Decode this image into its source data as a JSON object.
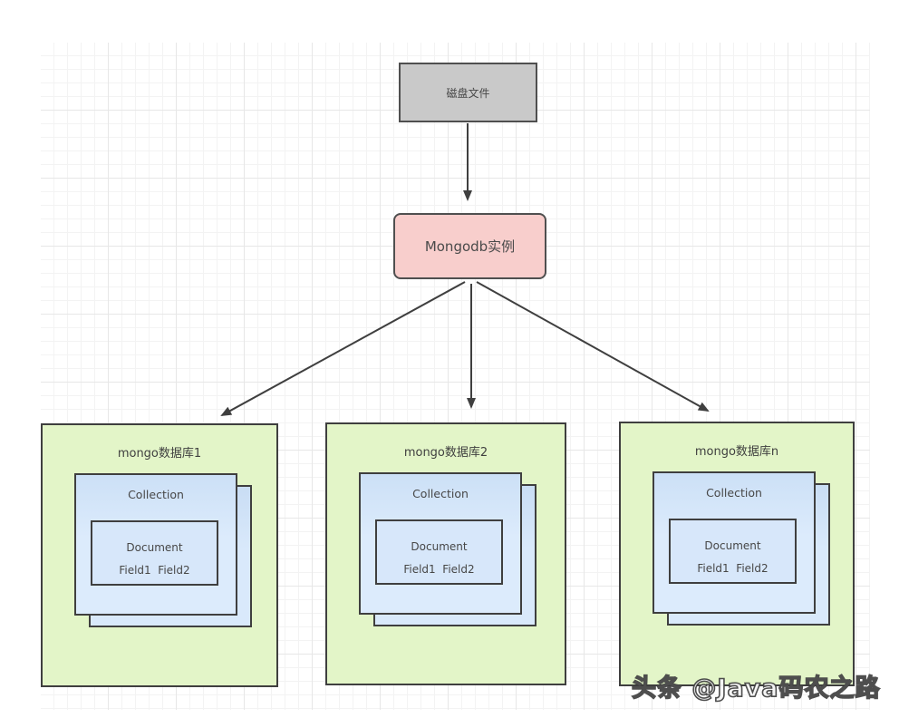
{
  "diagram": {
    "nodes": {
      "disk": {
        "label": "磁盘文件",
        "fill": "#c9c9c9"
      },
      "instance": {
        "label": "Mongodb实例",
        "fill": "#f8cecc"
      }
    },
    "databases": [
      {
        "label": "mongo数据库1",
        "collection_label": "Collection",
        "document_label": "Document",
        "fields_label": "Field1  Field2"
      },
      {
        "label": "mongo数据库2",
        "collection_label": "Collection",
        "document_label": "Document",
        "fields_label": "Field1  Field2"
      },
      {
        "label": "mongo数据库n",
        "collection_label": "Collection",
        "document_label": "Document",
        "fields_label": "Field1  Field2"
      }
    ],
    "colors": {
      "db_fill": "#e3f5c8",
      "collection_fill": "#d3e5f8",
      "instance_fill": "#f8cecc",
      "disk_fill": "#c9c9c9",
      "border": "#3f3f3f",
      "arrow": "#3f3f3f"
    },
    "watermark": "头条 @Java码农之路"
  }
}
